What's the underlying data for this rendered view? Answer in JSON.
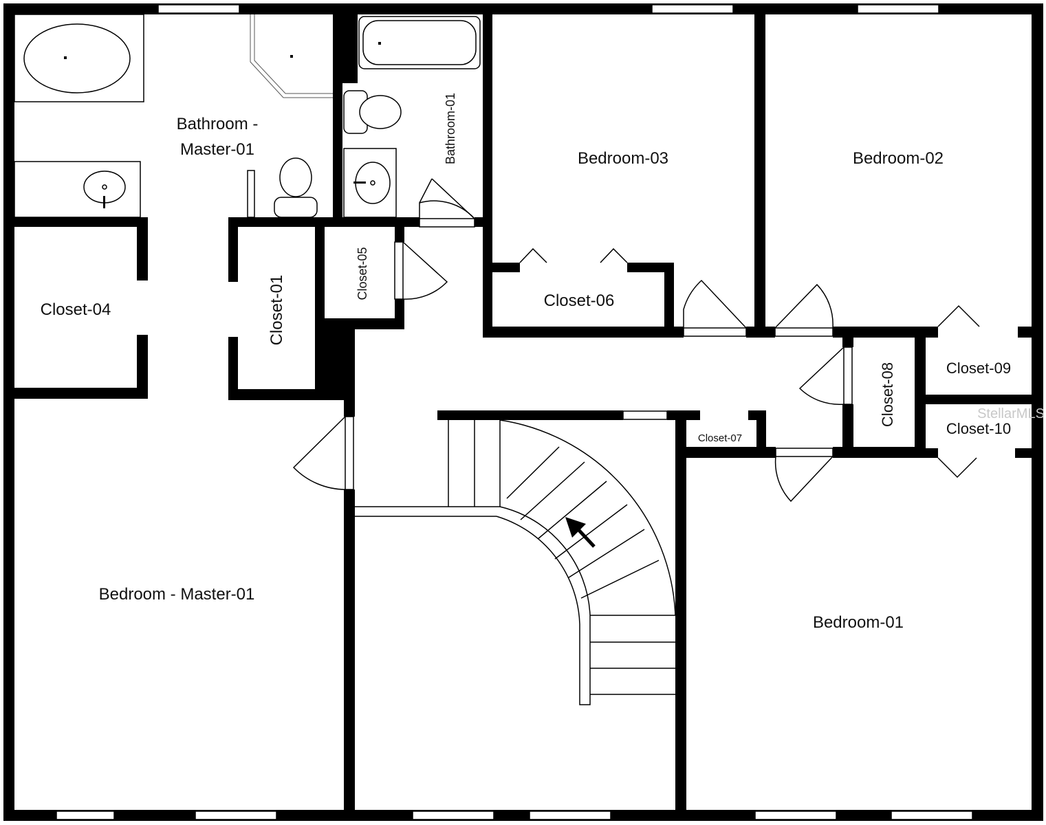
{
  "plan": {
    "colors": {
      "wall": "#000000",
      "background": "#ffffff",
      "watermark": "#c8c8c8"
    },
    "rooms": {
      "bath_master_line1": "Bathroom -",
      "bath_master_line2": "Master-01",
      "bathroom_01": "Bathroom-01",
      "bedroom_03": "Bedroom-03",
      "bedroom_02": "Bedroom-02",
      "closet_04": "Closet-04",
      "closet_01": "Closet-01",
      "closet_05": "Closet-05",
      "closet_06": "Closet-06",
      "closet_08": "Closet-08",
      "closet_09": "Closet-09",
      "closet_10": "Closet-10",
      "closet_07": "Closet-07",
      "bedroom_master": "Bedroom - Master-01",
      "bedroom_01": "Bedroom-01"
    },
    "watermark": "StellarMLS",
    "icons": [
      "stair-direction-arrow-icon"
    ]
  }
}
